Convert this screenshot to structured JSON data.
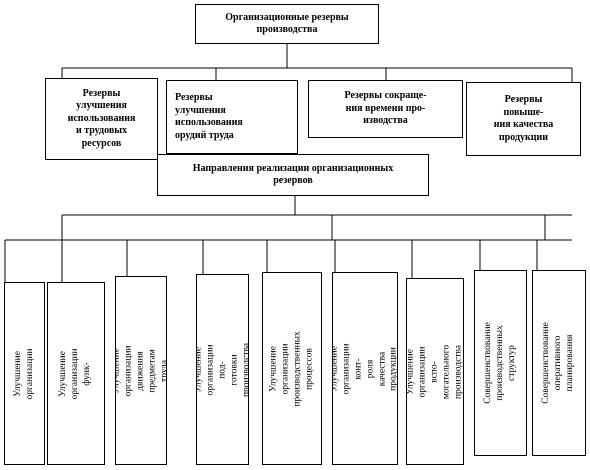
{
  "root": {
    "label": "Организационные резервы\nпроизводства"
  },
  "reserves": [
    {
      "label": "Резервы\nулучшения\nиспользования\nи трудовых\nресурсов"
    },
    {
      "label": "Резервы\nулучшения\nиспользования\nорудий труда"
    },
    {
      "label": "Резервы сокраще-\nния времени про-\nизводства"
    },
    {
      "label": "Резервы\nповыше-\nния качества\nпродукции"
    }
  ],
  "directions": {
    "label": "Направления реализации организационных\nрезервов"
  },
  "leaves": [
    {
      "label": "Улучшение организации"
    },
    {
      "label": "Улучшение организации\nфунк-"
    },
    {
      "label": "Улучшение организации\nдвижения предметам труда"
    },
    {
      "label": "Улучшение организации под-\nготовки производства"
    },
    {
      "label": "Улучшение организации\nпроизводственных процессов"
    },
    {
      "label": "Улучшение организации конт-\nроля качества продукции"
    },
    {
      "label": "Улучшение организации вспо-\nмогательного производства"
    },
    {
      "label": "Совершенствование\nпроизводственных структур"
    },
    {
      "label": "Совершенствование\nоперативного планирования"
    }
  ]
}
